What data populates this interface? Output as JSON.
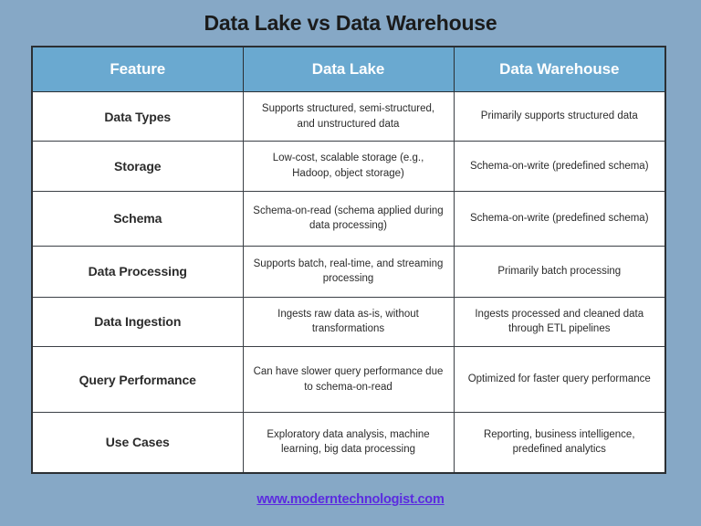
{
  "page": {
    "title": "Data Lake vs Data Warehouse",
    "background_color": "#86a8c6",
    "header_color": "#6aa9d0",
    "header_text_color": "#ffffff",
    "border_color": "#2b2f33",
    "link_color": "#5b2be0"
  },
  "table": {
    "columns": [
      {
        "label": "Feature"
      },
      {
        "label": "Data Lake"
      },
      {
        "label": "Data Warehouse"
      }
    ],
    "rows": [
      {
        "feature": "Data Types",
        "data_lake": "Supports structured, semi-structured, and unstructured data",
        "data_warehouse": "Primarily supports structured data"
      },
      {
        "feature": "Storage",
        "data_lake": "Low-cost, scalable storage (e.g., Hadoop, object storage)",
        "data_warehouse": "Schema-on-write (predefined schema)"
      },
      {
        "feature": "Schema",
        "data_lake": "Schema-on-read (schema applied during data processing)",
        "data_warehouse": "Schema-on-write (predefined schema)"
      },
      {
        "feature": "Data Processing",
        "data_lake": "Supports batch, real-time, and streaming processing",
        "data_warehouse": "Primarily batch processing"
      },
      {
        "feature": "Data Ingestion",
        "data_lake": "Ingests raw data as-is, without transformations",
        "data_warehouse": "Ingests processed and cleaned data through ETL pipelines"
      },
      {
        "feature": "Query Performance",
        "data_lake": "Can have slower query performance due to schema-on-read",
        "data_warehouse": "Optimized for faster query performance"
      },
      {
        "feature": "Use Cases",
        "data_lake": "Exploratory data analysis, machine learning, big data processing",
        "data_warehouse": "Reporting, business intelligence, predefined analytics"
      }
    ]
  },
  "footer": {
    "link_text": "www.moderntechnologist.com"
  }
}
